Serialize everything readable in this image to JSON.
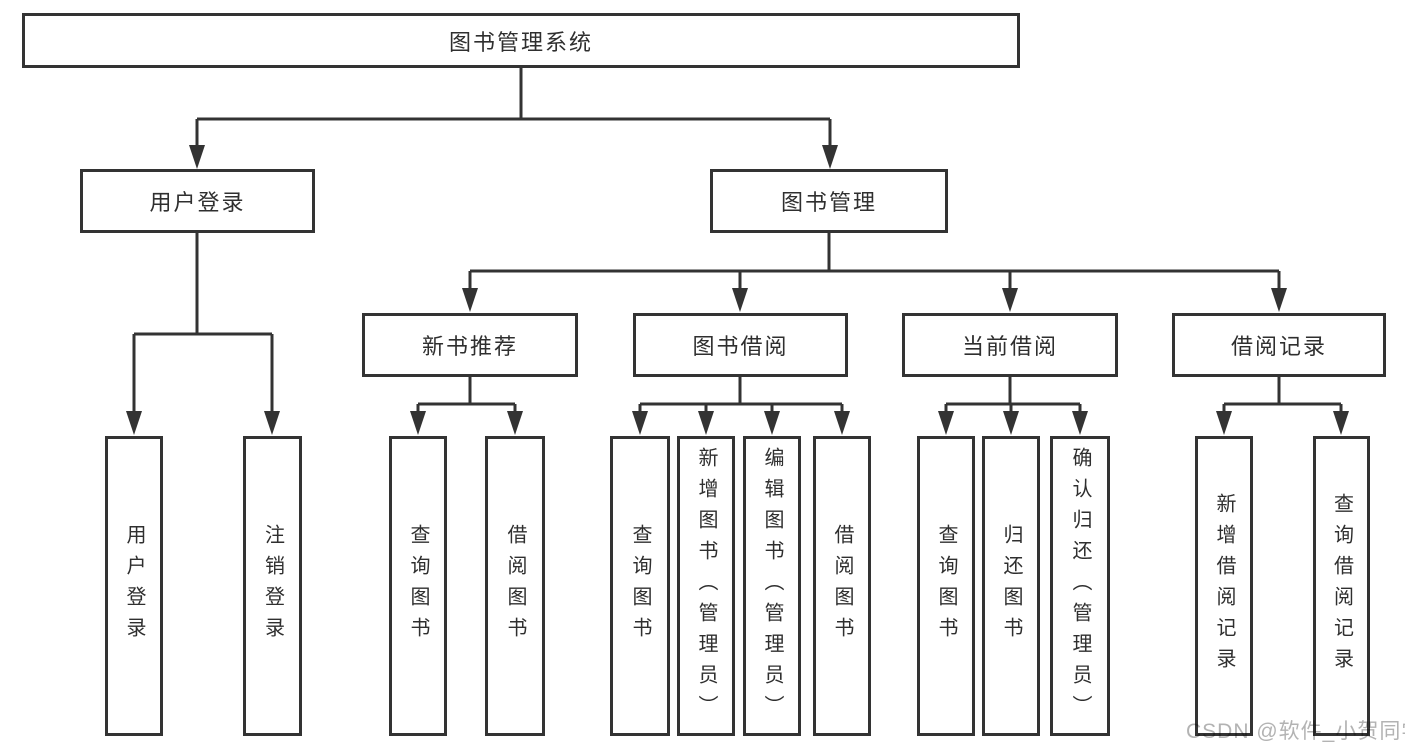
{
  "diagram": {
    "root": {
      "label": "图书管理系统"
    },
    "level2": {
      "user_login": "用户登录",
      "book_management": "图书管理"
    },
    "level3": {
      "new_book_recommend": "新书推荐",
      "book_borrowing": "图书借阅",
      "current_borrowing": "当前借阅",
      "borrowing_records": "借阅记录"
    },
    "leaves": {
      "user_login": "用户登录",
      "logout": "注销登录",
      "nbr_query_books": "查询图书",
      "nbr_borrow_books": "借阅图书",
      "bb_query_books": "查询图书",
      "bb_add_books_admin": "新增图书（管理员）",
      "bb_edit_books_admin": "编辑图书（管理员）",
      "bb_borrow_books": "借阅图书",
      "cb_query_books": "查询图书",
      "cb_return_books": "归还图书",
      "cb_confirm_return_admin": "确认归还（管理员）",
      "br_add_record": "新增借阅记录",
      "br_query_record": "查询借阅记录"
    },
    "watermark": "CSDN @软件_小贺同学",
    "colors": {
      "line": "#333333",
      "text": "#2f2f2f",
      "watermark": "#b3b3b3",
      "background": "#ffffff"
    }
  }
}
